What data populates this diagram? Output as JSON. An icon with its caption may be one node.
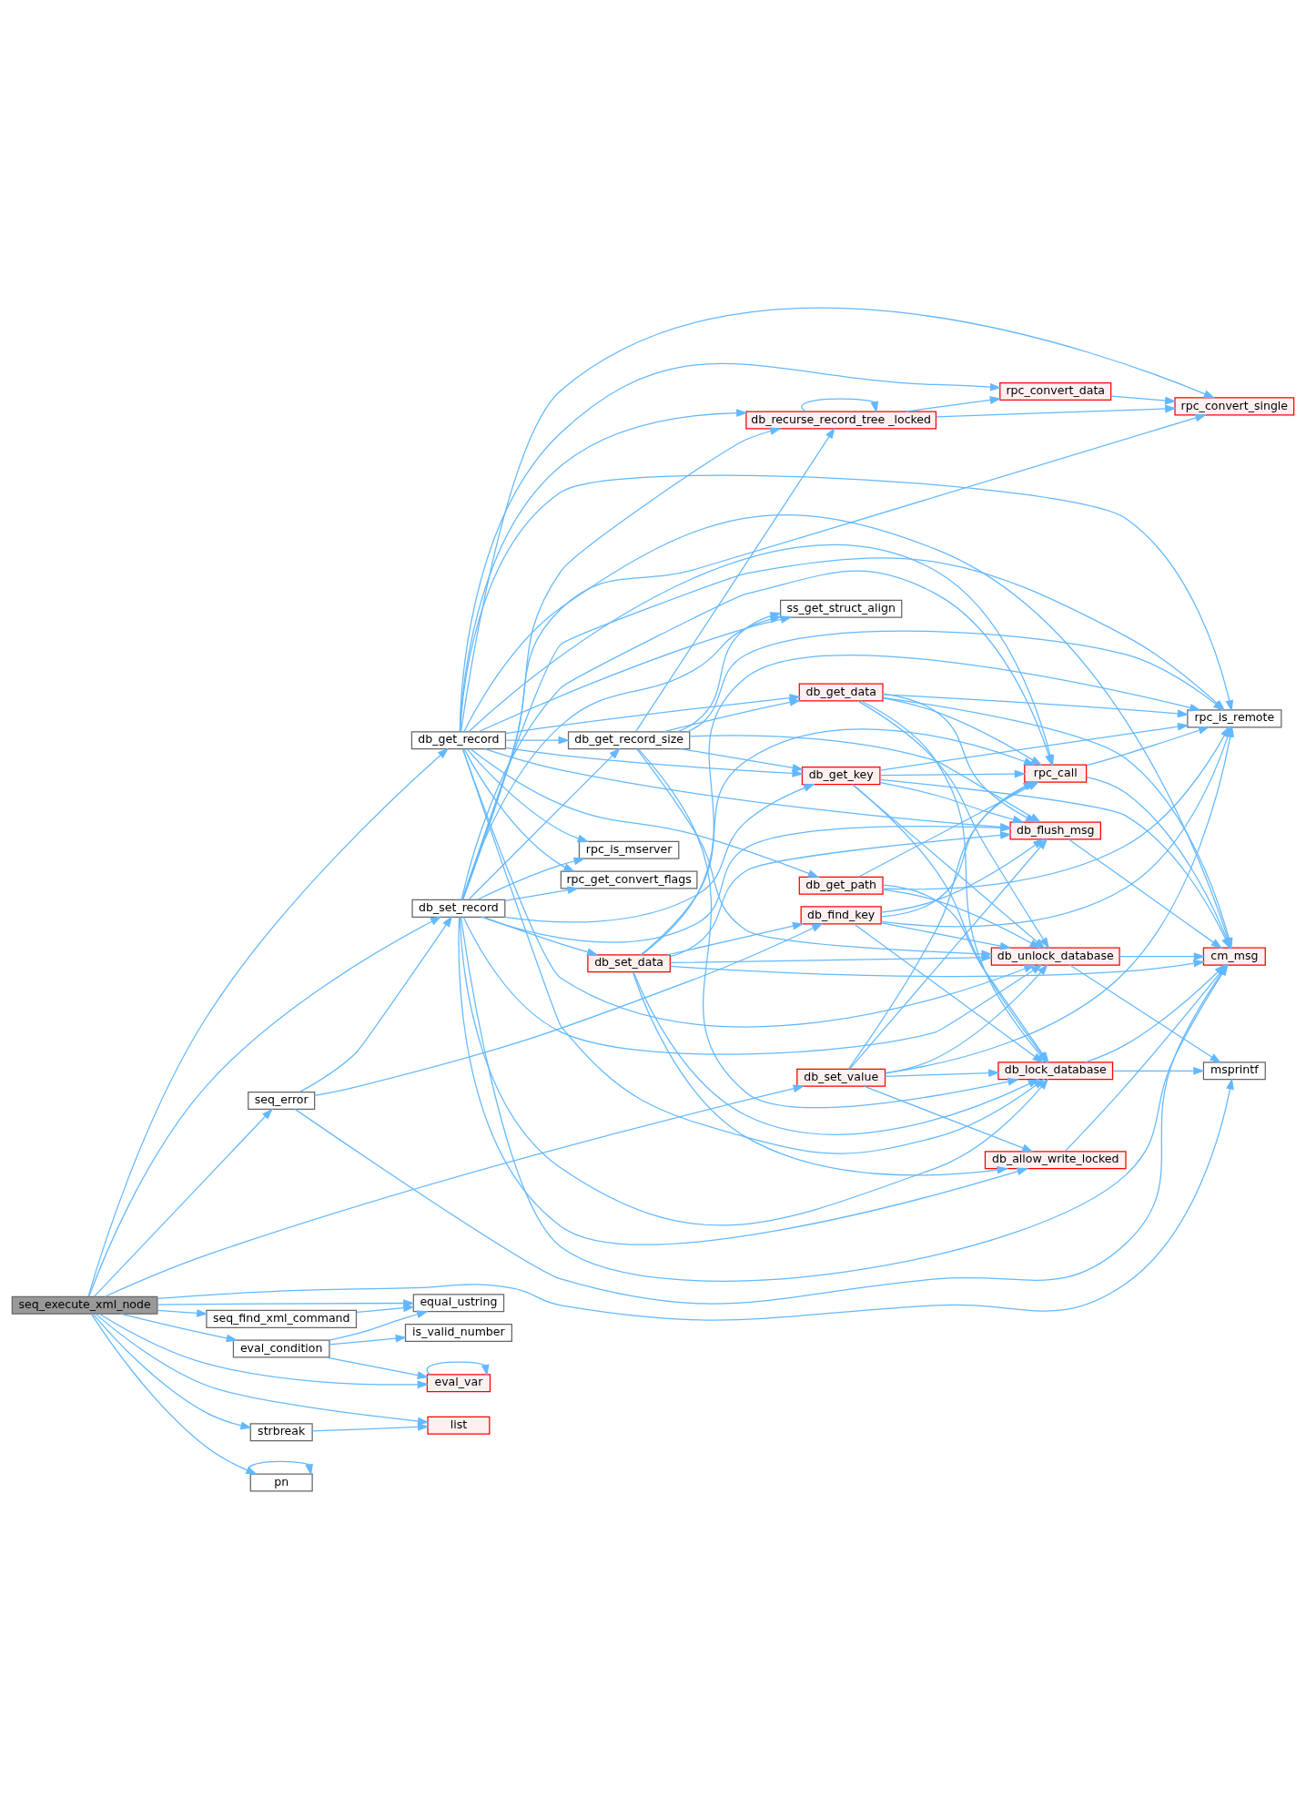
{
  "diagram": {
    "nodes": [
      {
        "text": [
          "seq_execute_xml_node"
        ]
      },
      {
        "text": [
          "db_get_record"
        ]
      },
      {
        "text": [
          "db_get_record_size"
        ]
      },
      {
        "text": [
          "db_get_data"
        ]
      },
      {
        "text": [
          "db_get_key"
        ]
      },
      {
        "text": [
          "db_get_path"
        ]
      },
      {
        "text": [
          "db_lock_database"
        ]
      },
      {
        "text": [
          "db_unlock_database"
        ]
      },
      {
        "text": [
          "db_recurse_record_tree _locked"
        ]
      },
      {
        "text": [
          "rpc_convert_data"
        ]
      },
      {
        "text": [
          "rpc_convert_single"
        ]
      },
      {
        "text": [
          "rpc_call"
        ]
      },
      {
        "text": [
          "rpc_get_convert_flags"
        ]
      },
      {
        "text": [
          "rpc_is_mserver"
        ]
      },
      {
        "text": [
          "rpc_is_remote"
        ]
      },
      {
        "text": [
          "ss_get_struct_align"
        ]
      },
      {
        "text": [
          "cm_msg"
        ]
      },
      {
        "text": [
          "db_flush_msg"
        ]
      },
      {
        "text": [
          "msprintf"
        ]
      },
      {
        "text": [
          "db_set_record"
        ]
      },
      {
        "text": [
          "db_allow_write_locked"
        ]
      },
      {
        "text": [
          "db_find_key"
        ]
      },
      {
        "text": [
          "db_set_data"
        ]
      },
      {
        "text": [
          "seq_error"
        ]
      },
      {
        "text": [
          "db_set_value"
        ]
      },
      {
        "text": [
          "equal_ustring"
        ]
      },
      {
        "text": [
          "eval_condition"
        ]
      },
      {
        "text": [
          "is_valid_number"
        ]
      },
      {
        "text": [
          "eval_var"
        ]
      },
      {
        "text": [
          "list"
        ]
      },
      {
        "text": [
          "pn"
        ]
      },
      {
        "text": [
          "seq_find_xml_command"
        ]
      },
      {
        "text": [
          "strbreak"
        ]
      }
    ],
    "edges": [
      {
        "from": 0,
        "to": 1,
        "arrow": "to"
      },
      {
        "from": 0,
        "to": 19,
        "arrow": "to"
      },
      {
        "from": 0,
        "to": 23,
        "arrow": "to"
      },
      {
        "from": 0,
        "to": 24,
        "arrow": "to"
      },
      {
        "from": 0,
        "to": 25,
        "arrow": "to"
      },
      {
        "from": 0,
        "to": 31,
        "arrow": "to"
      },
      {
        "from": 0,
        "to": 26,
        "arrow": "to"
      },
      {
        "from": 0,
        "to": 28,
        "arrow": "to"
      },
      {
        "from": 0,
        "to": 29,
        "arrow": "to"
      },
      {
        "from": 0,
        "to": 32,
        "arrow": "to"
      },
      {
        "from": 0,
        "to": 30,
        "arrow": "to"
      },
      {
        "from": 0,
        "to": 18,
        "arrow": "to"
      },
      {
        "from": 1,
        "to": 2,
        "arrow": "to"
      },
      {
        "from": 1,
        "to": 3,
        "arrow": "to"
      },
      {
        "from": 1,
        "to": 4,
        "arrow": "to"
      },
      {
        "from": 1,
        "to": 5,
        "arrow": "to"
      },
      {
        "from": 1,
        "to": 6,
        "arrow": "to"
      },
      {
        "from": 1,
        "to": 7,
        "arrow": "to"
      },
      {
        "from": 1,
        "to": 8,
        "arrow": "to"
      },
      {
        "from": 1,
        "to": 9,
        "arrow": "to"
      },
      {
        "from": 1,
        "to": 10,
        "arrow": "to"
      },
      {
        "from": 1,
        "to": 11,
        "arrow": "to"
      },
      {
        "from": 1,
        "to": 12,
        "arrow": "to"
      },
      {
        "from": 1,
        "to": 13,
        "arrow": "to"
      },
      {
        "from": 1,
        "to": 14,
        "arrow": "to"
      },
      {
        "from": 1,
        "to": 15,
        "arrow": "to"
      },
      {
        "from": 1,
        "to": 16,
        "arrow": "to"
      },
      {
        "from": 1,
        "to": 17,
        "arrow": "to"
      },
      {
        "from": 2,
        "to": 3,
        "arrow": "to"
      },
      {
        "from": 2,
        "to": 4,
        "arrow": "to"
      },
      {
        "from": 2,
        "to": 6,
        "arrow": "to"
      },
      {
        "from": 2,
        "to": 7,
        "arrow": "to"
      },
      {
        "from": 2,
        "to": 8,
        "arrow": "to"
      },
      {
        "from": 2,
        "to": 14,
        "arrow": "to"
      },
      {
        "from": 2,
        "to": 15,
        "arrow": "to"
      },
      {
        "from": 2,
        "to": 17,
        "arrow": "to"
      },
      {
        "from": 3,
        "to": 6,
        "arrow": "to"
      },
      {
        "from": 3,
        "to": 7,
        "arrow": "to"
      },
      {
        "from": 3,
        "to": 11,
        "arrow": "to"
      },
      {
        "from": 3,
        "to": 14,
        "arrow": "to"
      },
      {
        "from": 3,
        "to": 16,
        "arrow": "to"
      },
      {
        "from": 3,
        "to": 17,
        "arrow": "to"
      },
      {
        "from": 4,
        "to": 6,
        "arrow": "to"
      },
      {
        "from": 4,
        "to": 7,
        "arrow": "to"
      },
      {
        "from": 4,
        "to": 11,
        "arrow": "to"
      },
      {
        "from": 4,
        "to": 14,
        "arrow": "to"
      },
      {
        "from": 4,
        "to": 16,
        "arrow": "to"
      },
      {
        "from": 4,
        "to": 17,
        "arrow": "to"
      },
      {
        "from": 5,
        "to": 6,
        "arrow": "to"
      },
      {
        "from": 5,
        "to": 7,
        "arrow": "to"
      },
      {
        "from": 5,
        "to": 11,
        "arrow": "to"
      },
      {
        "from": 5,
        "to": 14,
        "arrow": "to"
      },
      {
        "from": 6,
        "to": 16,
        "arrow": "to"
      },
      {
        "from": 6,
        "to": 18,
        "arrow": "to"
      },
      {
        "from": 7,
        "to": 16,
        "arrow": "to"
      },
      {
        "from": 7,
        "to": 18,
        "arrow": "to"
      },
      {
        "from": 8,
        "to": 8,
        "arrow": "to"
      },
      {
        "from": 8,
        "to": 9,
        "arrow": "to"
      },
      {
        "from": 8,
        "to": 10,
        "arrow": "to"
      },
      {
        "from": 9,
        "to": 10,
        "arrow": "to"
      },
      {
        "from": 11,
        "to": 14,
        "arrow": "to"
      },
      {
        "from": 11,
        "to": 16,
        "arrow": "to"
      },
      {
        "from": 17,
        "to": 16,
        "arrow": "to"
      },
      {
        "from": 19,
        "to": 2,
        "arrow": "to"
      },
      {
        "from": 19,
        "to": 4,
        "arrow": "to"
      },
      {
        "from": 19,
        "to": 6,
        "arrow": "to"
      },
      {
        "from": 19,
        "to": 7,
        "arrow": "to"
      },
      {
        "from": 19,
        "to": 8,
        "arrow": "to"
      },
      {
        "from": 19,
        "to": 10,
        "arrow": "to"
      },
      {
        "from": 19,
        "to": 11,
        "arrow": "to"
      },
      {
        "from": 19,
        "to": 12,
        "arrow": "to"
      },
      {
        "from": 19,
        "to": 13,
        "arrow": "to"
      },
      {
        "from": 19,
        "to": 14,
        "arrow": "to"
      },
      {
        "from": 19,
        "to": 15,
        "arrow": "to"
      },
      {
        "from": 19,
        "to": 16,
        "arrow": "to"
      },
      {
        "from": 19,
        "to": 17,
        "arrow": "to"
      },
      {
        "from": 19,
        "to": 20,
        "arrow": "to"
      },
      {
        "from": 19,
        "to": 22,
        "arrow": "to"
      },
      {
        "from": 20,
        "to": 16,
        "arrow": "to"
      },
      {
        "from": 21,
        "to": 6,
        "arrow": "to"
      },
      {
        "from": 21,
        "to": 7,
        "arrow": "to"
      },
      {
        "from": 21,
        "to": 11,
        "arrow": "to"
      },
      {
        "from": 21,
        "to": 14,
        "arrow": "to"
      },
      {
        "from": 21,
        "to": 17,
        "arrow": "to"
      },
      {
        "from": 22,
        "to": 6,
        "arrow": "to"
      },
      {
        "from": 22,
        "to": 7,
        "arrow": "to"
      },
      {
        "from": 22,
        "to": 11,
        "arrow": "to"
      },
      {
        "from": 22,
        "to": 14,
        "arrow": "to"
      },
      {
        "from": 22,
        "to": 16,
        "arrow": "to"
      },
      {
        "from": 22,
        "to": 17,
        "arrow": "to"
      },
      {
        "from": 22,
        "to": 20,
        "arrow": "to"
      },
      {
        "from": 22,
        "to": 21,
        "arrow": "to"
      },
      {
        "from": 23,
        "to": 16,
        "arrow": "to"
      },
      {
        "from": 23,
        "to": 19,
        "arrow": "to"
      },
      {
        "from": 23,
        "to": 21,
        "arrow": "to"
      },
      {
        "from": 24,
        "to": 6,
        "arrow": "to"
      },
      {
        "from": 24,
        "to": 7,
        "arrow": "to"
      },
      {
        "from": 24,
        "to": 11,
        "arrow": "to"
      },
      {
        "from": 24,
        "to": 14,
        "arrow": "to"
      },
      {
        "from": 24,
        "to": 17,
        "arrow": "to"
      },
      {
        "from": 24,
        "to": 20,
        "arrow": "to"
      },
      {
        "from": 26,
        "to": 25,
        "arrow": "to"
      },
      {
        "from": 26,
        "to": 27,
        "arrow": "to"
      },
      {
        "from": 26,
        "to": 28,
        "arrow": "to"
      },
      {
        "from": 28,
        "to": 28,
        "arrow": "to"
      },
      {
        "from": 30,
        "to": 30,
        "arrow": "to"
      },
      {
        "from": 31,
        "to": 25,
        "arrow": "to"
      },
      {
        "from": 32,
        "to": 29,
        "arrow": "to"
      }
    ]
  }
}
